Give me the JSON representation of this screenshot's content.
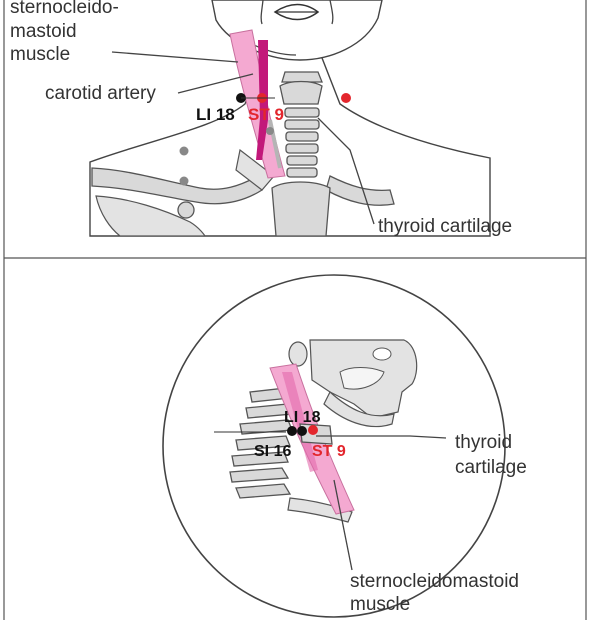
{
  "top_panel": {
    "labels": {
      "sternocleido_line1": "sternocleido-",
      "sternocleido_line2": "mastoid",
      "sternocleido_line3": "muscle",
      "carotid_artery": "carotid artery",
      "thyroid_cartilage": "thyroid cartilage"
    },
    "points": {
      "li18": "LI 18",
      "st9": "ST 9"
    }
  },
  "bottom_panel": {
    "labels": {
      "thyroid_line1": "thyroid",
      "thyroid_line2": "cartilage",
      "scm_line1": "sternocleidomastoid",
      "scm_line2": "muscle"
    },
    "points": {
      "li18": "LI 18",
      "si16": "SI 16",
      "st9": "ST 9"
    }
  },
  "colors": {
    "muscle_pink": "#f4a9d1",
    "artery_magenta": "#c2187a",
    "point_red": "#e3262d",
    "point_black": "#111111",
    "bone_gray": "#d9d9d9",
    "frame": "#555555"
  }
}
